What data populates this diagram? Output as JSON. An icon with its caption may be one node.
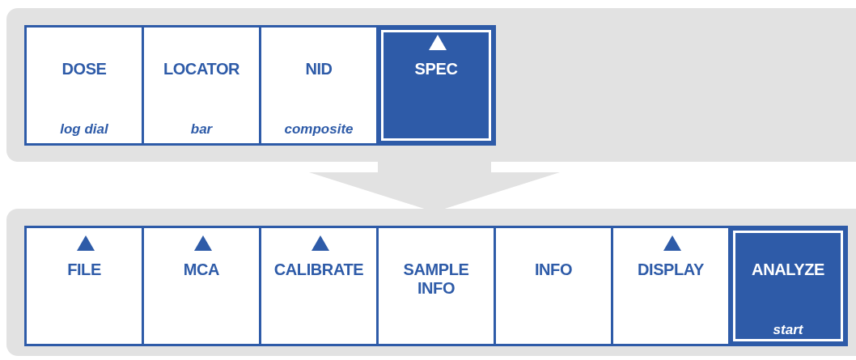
{
  "diagram": {
    "nodes": [
      {
        "text": [],
        "shape": "box"
      },
      {
        "text": [
          "DOSE",
          "log dial"
        ],
        "in": 0
      },
      {
        "text": [
          "LOCATOR",
          "bar"
        ],
        "in": 0
      },
      {
        "text": [
          "NID",
          "composite"
        ],
        "in": 0
      },
      {
        "text": [
          "SPEC"
        ],
        "in": 0
      },
      {
        "text": [],
        "shape": "box"
      },
      {
        "text": [
          "FILE"
        ],
        "in": 5
      },
      {
        "text": [
          "MCA"
        ],
        "in": 5
      },
      {
        "text": [
          "CALIBRATE"
        ],
        "in": 5
      },
      {
        "text": [
          "SAMPLE INFO"
        ],
        "in": 5
      },
      {
        "text": [
          "INFO"
        ],
        "in": 5
      },
      {
        "text": [
          "DISPLAY"
        ],
        "in": 5
      },
      {
        "text": [
          "ANALYZE",
          "start"
        ],
        "in": 5
      }
    ],
    "edges": [
      {
        "from": 0,
        "to": 5,
        "arrow": "to"
      }
    ]
  }
}
